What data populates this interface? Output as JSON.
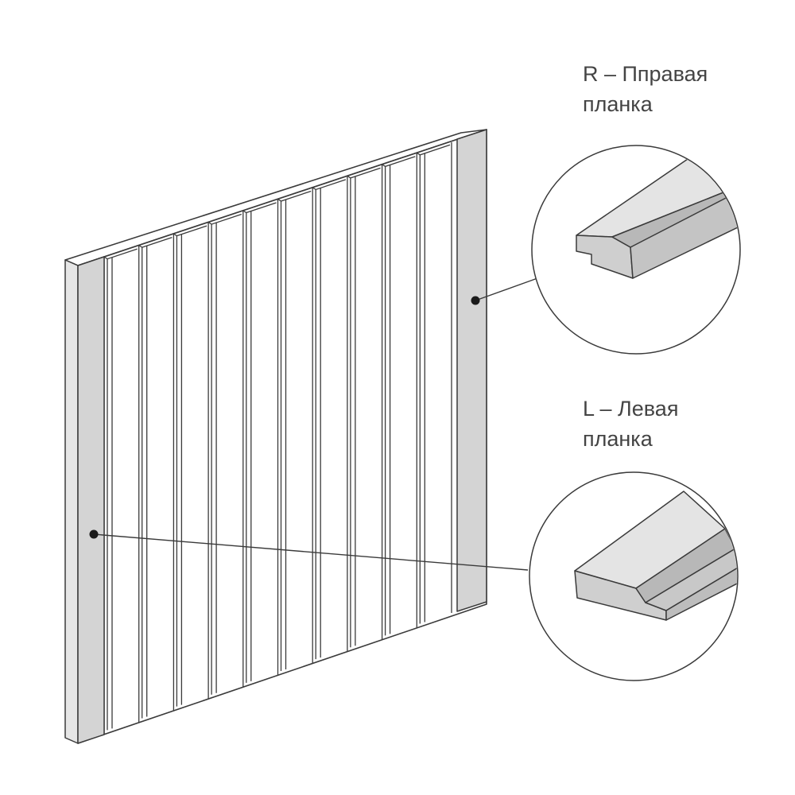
{
  "callouts": {
    "right": {
      "line1": "R – Пправая",
      "line2": "планка"
    },
    "left": {
      "line1": "L – Левая",
      "line2": "планка"
    }
  },
  "colors": {
    "outline": "#3a3a3a",
    "panel_face": "#ffffff",
    "strip_fill": "#d4d4d4",
    "profile_fill": "#dcdcdc",
    "profile_dark": "#bdbdbd",
    "text": "#444444"
  }
}
